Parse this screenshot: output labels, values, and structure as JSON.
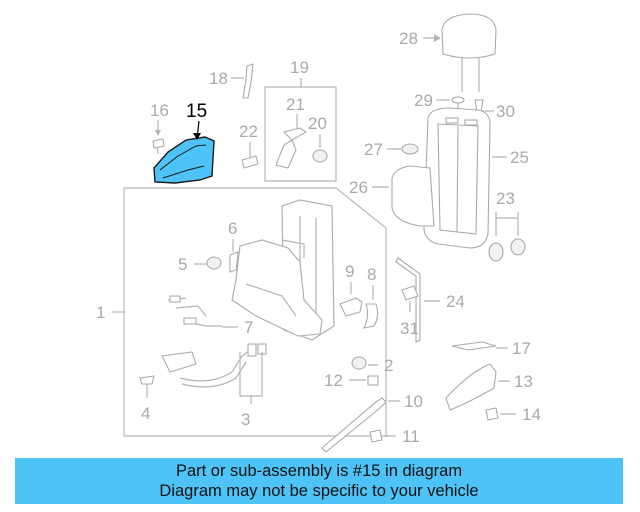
{
  "highlighted_part": "15",
  "callouts": {
    "c1": "1",
    "c2": "2",
    "c3": "3",
    "c4": "4",
    "c5": "5",
    "c6": "6",
    "c7": "7",
    "c8": "8",
    "c9": "9",
    "c10": "10",
    "c11": "11",
    "c12": "12",
    "c13": "13",
    "c14": "14",
    "c15": "15",
    "c16": "16",
    "c17": "17",
    "c18": "18",
    "c19": "19",
    "c20": "20",
    "c21": "21",
    "c22": "22",
    "c23": "23",
    "c24": "24",
    "c25": "25",
    "c26": "26",
    "c27": "27",
    "c28": "28",
    "c29": "29",
    "c30": "30",
    "c31": "31"
  },
  "colors": {
    "highlight": "#4dc3f7",
    "part_line": "#aaaaaa",
    "highlighted_part_fill": "#4dc3f7"
  },
  "banner": {
    "line1": "Part or sub-assembly is #15 in diagram",
    "line2": "Diagram may not be specific to your vehicle"
  }
}
